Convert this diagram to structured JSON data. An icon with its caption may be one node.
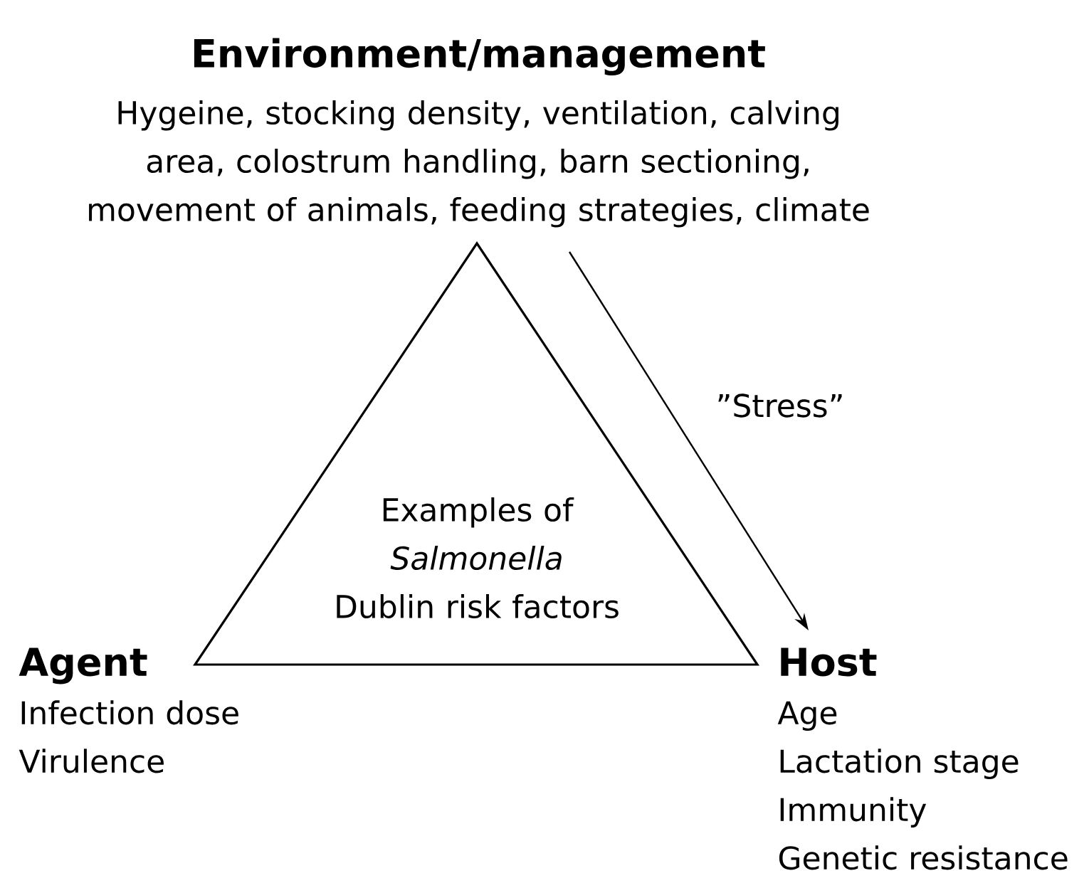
{
  "diagram": {
    "nodes": [
      {
        "text": [
          "Environment/management",
          "Hygeine, stocking density, ventilation, calving area, colostrum handling, barn sectioning, movement of animals, feeding strategies, climate"
        ]
      },
      {
        "text": [
          "Examples of *Salmonella* Dublin risk factors"
        ]
      },
      {
        "text": [
          "Agent",
          "Infection dose",
          "Virulence"
        ]
      },
      {
        "text": [
          "Host",
          "Age",
          "Lactation stage",
          "Immunity",
          "Genetic resistance"
        ]
      }
    ],
    "edges": [
      {
        "from": 0,
        "to": 3,
        "arrow": "to",
        "label": "”Stress”"
      }
    ]
  }
}
